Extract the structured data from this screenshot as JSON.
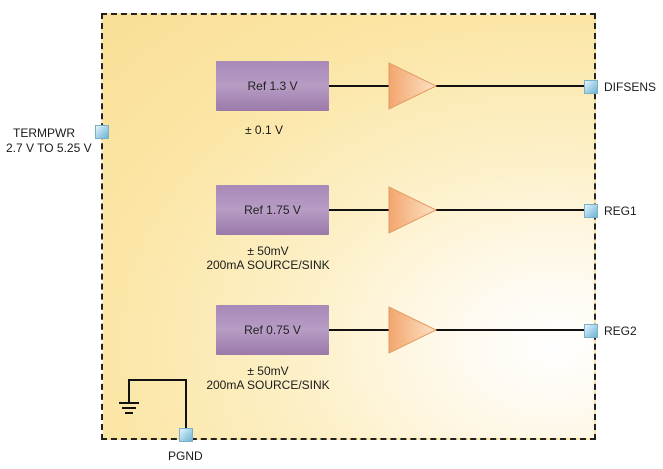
{
  "pins": {
    "termpwr": {
      "name": "TERMPWR",
      "range": "2.7 V TO 5.25 V"
    },
    "difsens": "DIFSENS",
    "reg1": "REG1",
    "reg2": "REG2",
    "pgnd": "PGND"
  },
  "references": [
    {
      "label": "Ref 1.3 V",
      "tolerance": "± 0.1 V",
      "note": ""
    },
    {
      "label": "Ref 1.75 V",
      "tolerance": "± 50mV",
      "note": "200mA SOURCE/SINK"
    },
    {
      "label": "Ref 0.75 V",
      "tolerance": "± 50mV",
      "note": "200mA SOURCE/SINK"
    }
  ],
  "colors": {
    "chip_fill": "#fbe6a6",
    "ref_block": "#a889b8",
    "amplifier": "#f5b98a",
    "pin": "#9fd0e8",
    "wire": "#111111"
  },
  "icons": {
    "ground": "ground-icon",
    "amplifier": "amplifier-triangle-icon"
  }
}
